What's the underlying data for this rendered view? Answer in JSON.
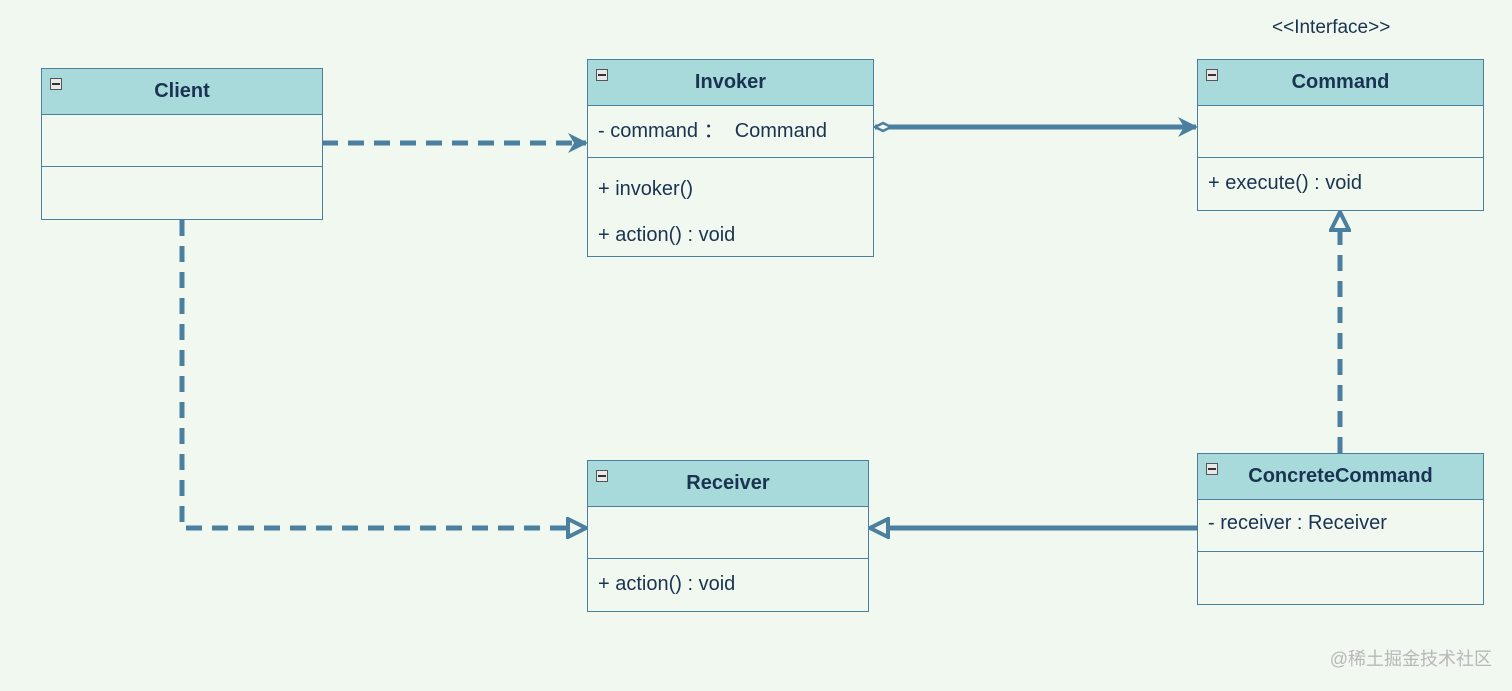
{
  "classes": {
    "client": {
      "name": "Client",
      "attributes": [],
      "operations": []
    },
    "invoker": {
      "name": "Invoker",
      "attributes": [
        "- command ：  Command"
      ],
      "operations": [
        "+ invoker()",
        "+ action() : void"
      ]
    },
    "command": {
      "stereotype": "<<Interface>>",
      "name": "Command",
      "attributes": [],
      "operations": [
        "+ execute() : void"
      ]
    },
    "receiver": {
      "name": "Receiver",
      "attributes": [],
      "operations": [
        "+ action() : void"
      ]
    },
    "concrete_command": {
      "name": "ConcreteCommand",
      "attributes": [
        "- receiver : Receiver"
      ],
      "operations": []
    }
  },
  "watermark": "@稀土掘金技术社区",
  "colors": {
    "background": "#f0f8ef",
    "header": "#a8dadc",
    "border": "#4a7fa0",
    "connector": "#4a7fa0",
    "text": "#1a3350"
  }
}
